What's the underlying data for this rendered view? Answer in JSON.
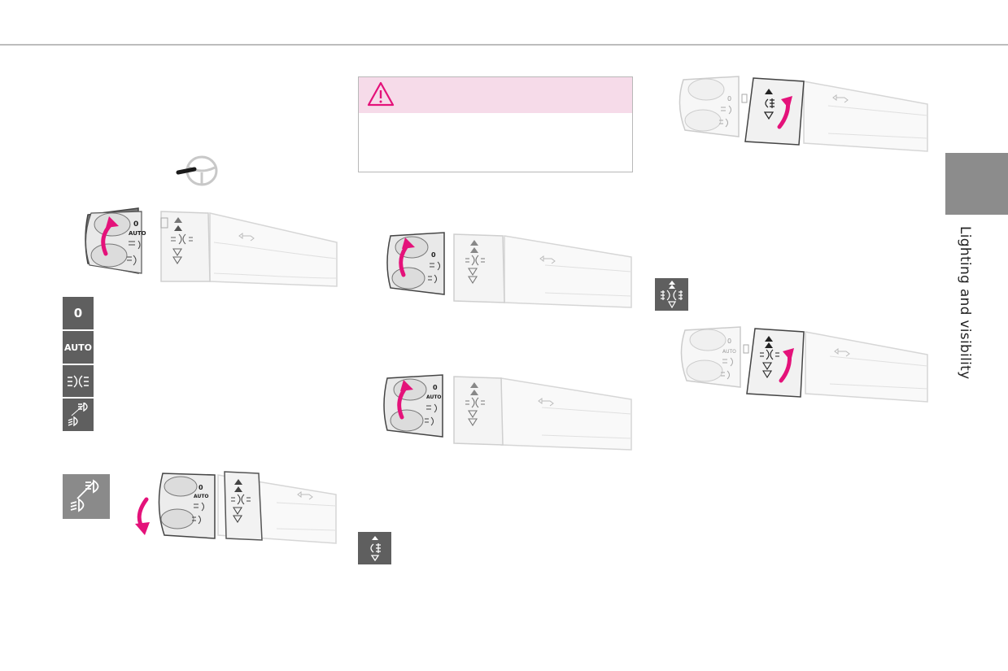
{
  "page": {
    "section_title": "Lighting and visibility"
  },
  "icons": {
    "warning": "warning-triangle-icon",
    "steering_wheel": "steering-wheel-icon",
    "lights_off": "lights-off-icon",
    "auto_lighting": "auto-lighting-icon",
    "sidelamps": "sidelamps-icon",
    "dipped_main_beam": "dipped-main-beam-icon",
    "fog_lamps": "fog-lamps-icon"
  },
  "tiles": {
    "lights_off_label": "0",
    "auto_label": "AUTO"
  },
  "stalk_labels": {
    "off": "0",
    "auto": "AUTO"
  },
  "colors": {
    "arrow": "#e4127a",
    "warning_header": "#f6dbe9",
    "tile": "#5f5f5f",
    "side_tab": "#8c8c8c"
  }
}
